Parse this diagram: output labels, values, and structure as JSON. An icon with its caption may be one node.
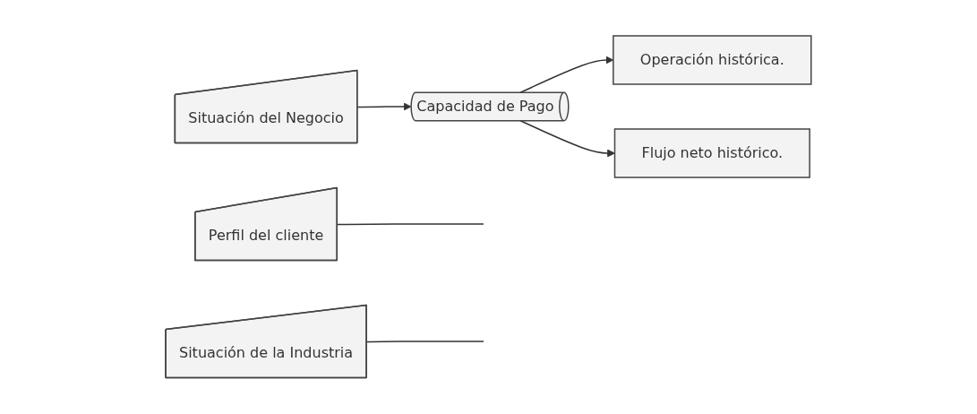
{
  "diagram": {
    "nodes": [
      {
        "text": [
          "Perfil del cliente"
        ]
      },
      {
        "text": [
          "Situación del Negocio"
        ]
      },
      {
        "text": [
          "Capacidad de Pago"
        ]
      },
      {
        "text": [
          "Operación histórica."
        ]
      },
      {
        "text": [
          "Flujo neto histórico."
        ]
      },
      {
        "text": [
          "Situación de la Industria"
        ]
      }
    ],
    "edges": [
      {
        "from": 0,
        "to": null,
        "arrow": "none"
      },
      {
        "from": 1,
        "to": 2,
        "arrow": "to"
      },
      {
        "from": 2,
        "to": 3,
        "arrow": "to"
      },
      {
        "from": 2,
        "to": 4,
        "arrow": "to"
      },
      {
        "from": 5,
        "to": null,
        "arrow": "none"
      }
    ]
  }
}
